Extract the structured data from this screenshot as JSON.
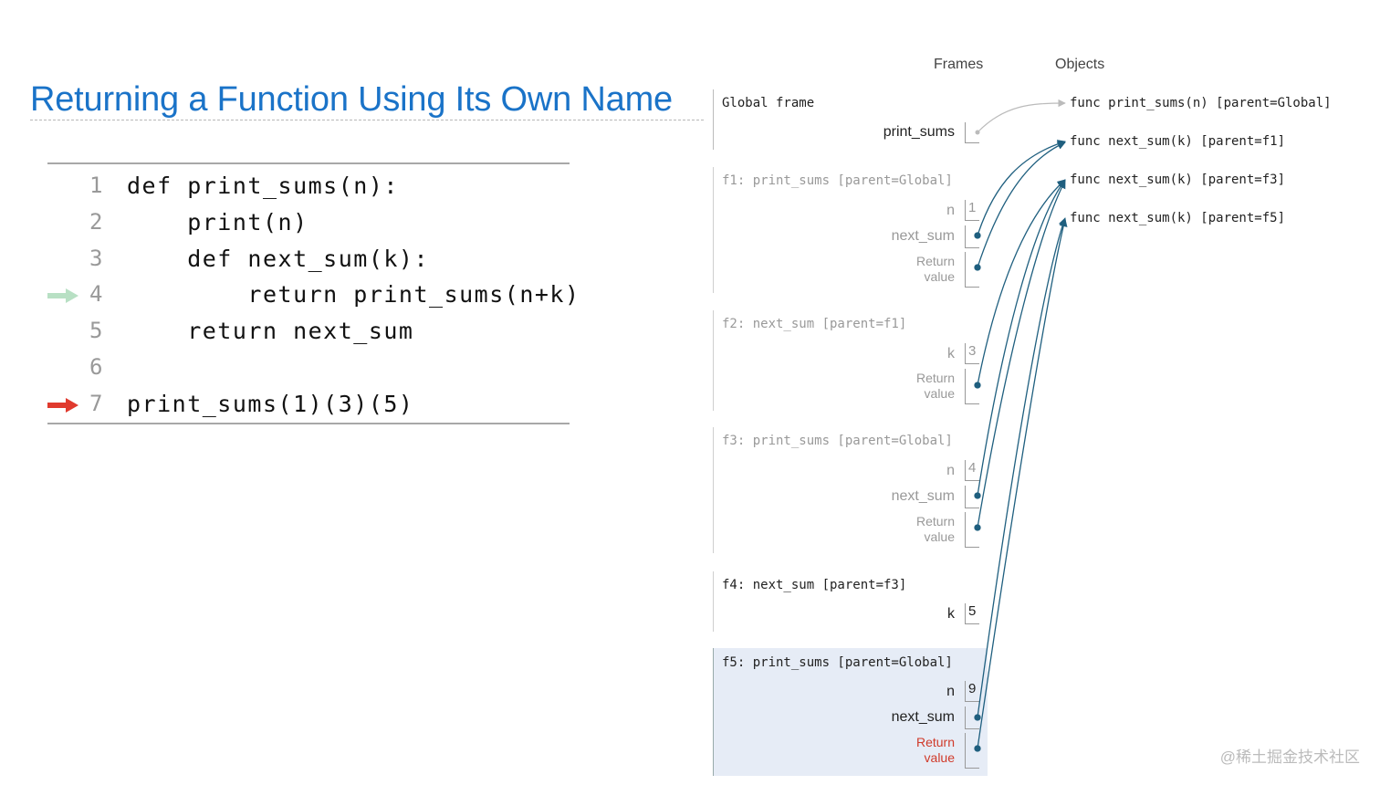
{
  "title": "Returning a Function Using Its Own Name",
  "code": {
    "lines": [
      {
        "num": "1",
        "text": "def print_sums(n):"
      },
      {
        "num": "2",
        "text": "    print(n)"
      },
      {
        "num": "3",
        "text": "    def next_sum(k):"
      },
      {
        "num": "4",
        "text": "        return print_sums(n+k)"
      },
      {
        "num": "5",
        "text": "    return next_sum"
      },
      {
        "num": "6",
        "text": ""
      },
      {
        "num": "7",
        "text": "print_sums(1)(3)(5)"
      }
    ],
    "prev_line_arrow_color": "#b8e0c4",
    "next_line_arrow_color": "#e03a2e"
  },
  "viz": {
    "frames_header": "Frames",
    "objects_header": "Objects",
    "global_frame": {
      "title": "Global frame",
      "var": "print_sums"
    },
    "f1": {
      "title": "f1: print_sums [parent=Global]",
      "n_label": "n",
      "n_val": "1",
      "next_sum_label": "next_sum",
      "return_label_1": "Return",
      "return_label_2": "value"
    },
    "f2": {
      "title": "f2: next_sum [parent=f1]",
      "k_label": "k",
      "k_val": "3",
      "return_label_1": "Return",
      "return_label_2": "value"
    },
    "f3": {
      "title": "f3: print_sums [parent=Global]",
      "n_label": "n",
      "n_val": "4",
      "next_sum_label": "next_sum",
      "return_label_1": "Return",
      "return_label_2": "value"
    },
    "f4": {
      "title": "f4: next_sum [parent=f3]",
      "k_label": "k",
      "k_val": "5"
    },
    "f5": {
      "title": "f5: print_sums [parent=Global]",
      "n_label": "n",
      "n_val": "9",
      "next_sum_label": "next_sum",
      "return_label_1": "Return",
      "return_label_2": "value"
    },
    "objects": [
      "func print_sums(n) [parent=Global]",
      "func next_sum(k) [parent=f1]",
      "func next_sum(k) [parent=f3]",
      "func next_sum(k) [parent=f5]"
    ],
    "pointer_color": "#1f5f7f"
  },
  "watermark": "@稀土掘金技术社区"
}
